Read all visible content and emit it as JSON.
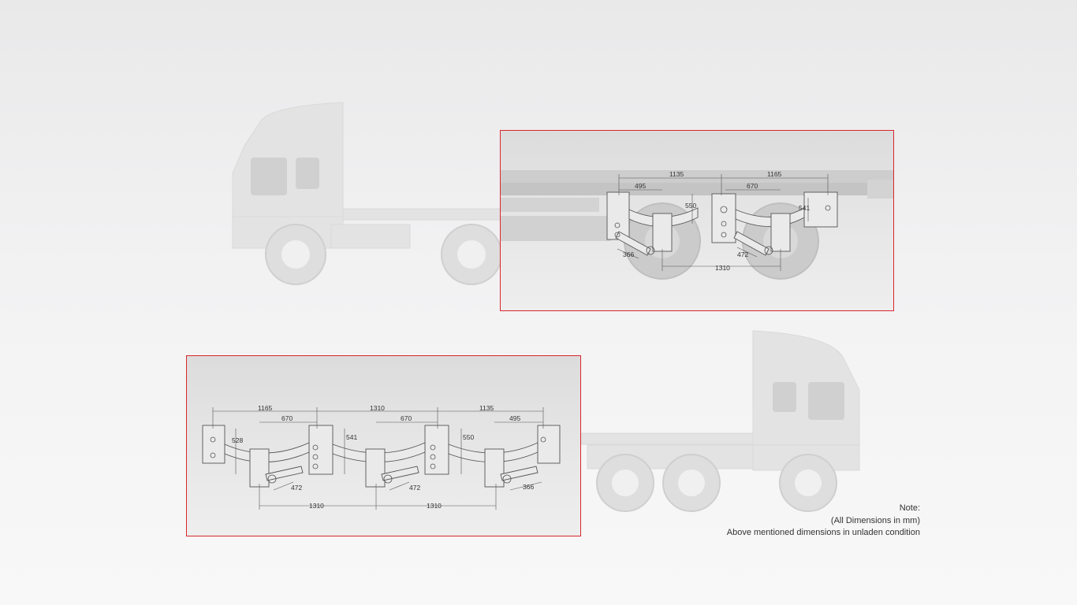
{
  "diagram_top": {
    "dimensions": [
      "1135",
      "1165",
      "495",
      "670",
      "550",
      "541",
      "366",
      "472",
      "1310"
    ]
  },
  "diagram_bottom": {
    "dimensions": [
      "1165",
      "1310",
      "1135",
      "670",
      "670",
      "495",
      "528",
      "541",
      "550",
      "472",
      "472",
      "366",
      "1310",
      "1310"
    ]
  },
  "note": {
    "title": "Note:",
    "line1": "(All Dimensions in mm)",
    "line2": "Above mentioned dimensions in unladen condition"
  },
  "colors": {
    "highlight_border": "#d9262c",
    "truck_faint": "#e4e4e4",
    "line_dark": "#555555"
  }
}
